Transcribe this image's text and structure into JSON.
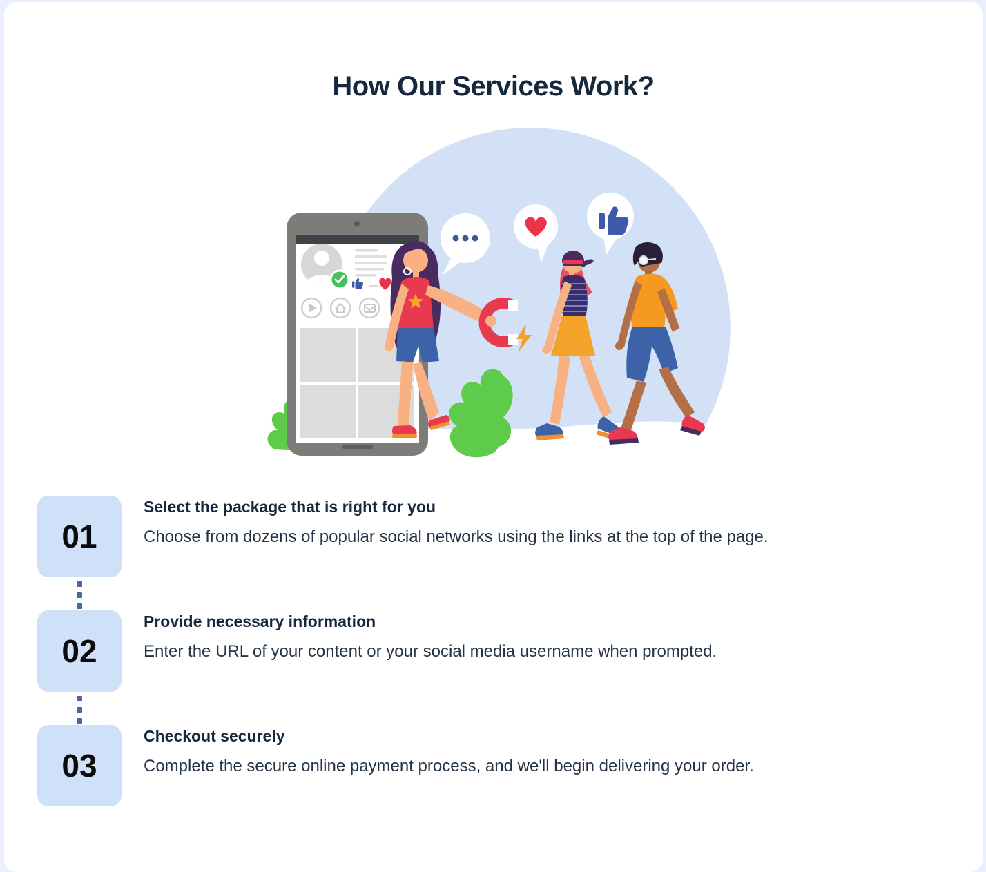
{
  "page": {
    "title": "How Our Services Work?"
  },
  "steps": [
    {
      "number": "01",
      "title": "Select the package that is right for you",
      "description": "Choose from dozens of popular social networks using the links at the top of the page."
    },
    {
      "number": "02",
      "title": "Provide necessary information",
      "description": "Enter the URL of your content or your social media username when prompted."
    },
    {
      "number": "03",
      "title": "Checkout securely",
      "description": "Complete the secure online payment process, and we'll begin delivering your order."
    }
  ],
  "illustration": {
    "description": "Girl stepping out of a smartphone holding a magnet that attracts two walking people, with social media speech bubbles",
    "icons": [
      "typing-dots-icon",
      "heart-icon",
      "thumbs-up-icon",
      "magnet-icon",
      "lightning-icon",
      "check-badge-icon",
      "play-icon",
      "home-icon",
      "mail-icon"
    ],
    "colors": {
      "circle": "#d3e1f7",
      "magnet_red": "#e8394e",
      "plant_green": "#5fcb4a",
      "accent_orange": "#f4a62a",
      "denim_blue": "#3c63a8",
      "thumb_blue": "#3e5ba9",
      "heart_red": "#e8334a"
    }
  },
  "theme": {
    "page_background": "#e9effc",
    "card_background": "#ffffff",
    "heading_color": "#16283e",
    "body_text_color": "#243447",
    "step_badge_background": "#cfe1f8",
    "step_number_color": "#0b0b0b",
    "connector_dot_color": "#4a69a1"
  }
}
